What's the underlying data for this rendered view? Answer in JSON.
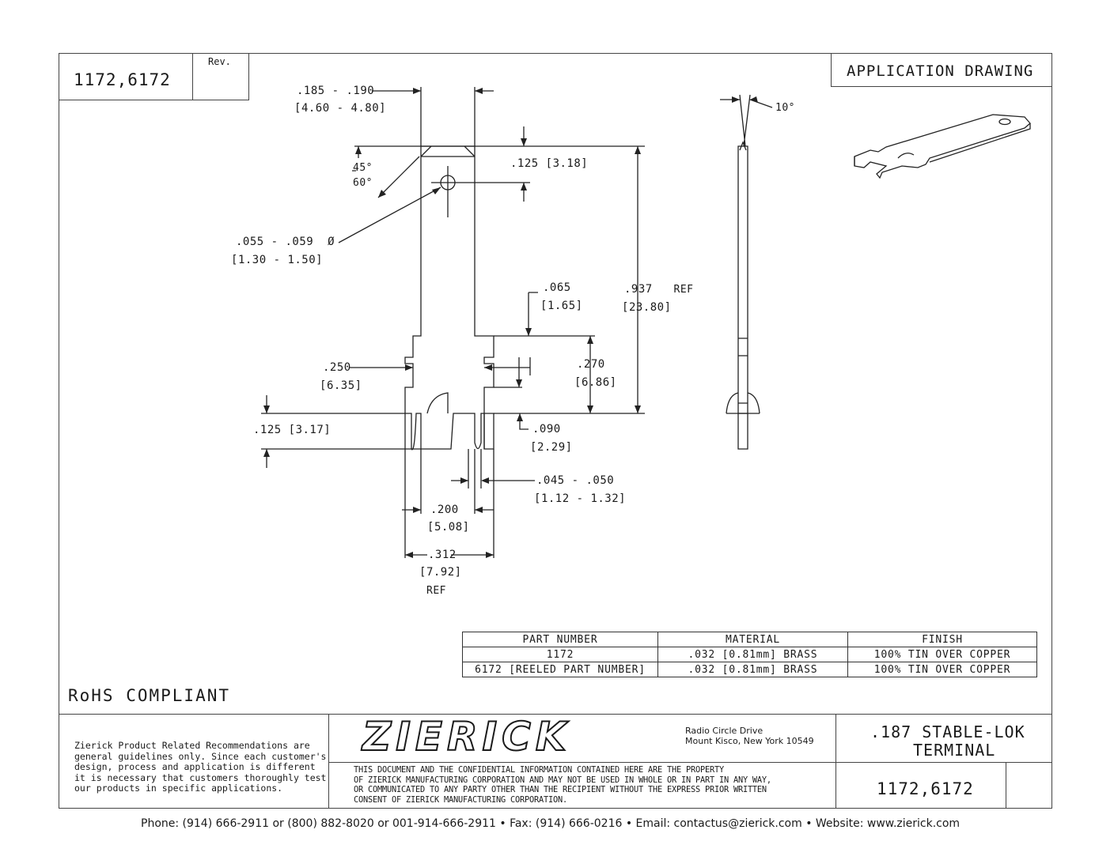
{
  "header": {
    "part_numbers": "1172,6172",
    "rev_label": "Rev.",
    "drawing_type": "APPLICATION DRAWING"
  },
  "dimensions": {
    "width_top": ".185 - .190",
    "width_top_mm": "4.60 - 4.80",
    "angle_45": "45°",
    "angle_60": "60°",
    "hole_offset": ".125",
    "hole_offset_mm": "3.18",
    "hole_dia": ".055 - .059",
    "hole_dia_symbol": "Ø",
    "hole_dia_mm": "1.30 - 1.50",
    "notch": ".065",
    "notch_mm": "1.65",
    "total_len": ".937",
    "total_len_ref": "REF",
    "total_len_mm": "23.80",
    "barb_width": ".250",
    "barb_width_mm": "6.35",
    "barb_height": ".270",
    "barb_height_mm": "6.86",
    "slot_depth": ".125",
    "slot_depth_mm": "3.17",
    "slot_offset": ".090",
    "slot_offset_mm": "2.29",
    "slot_width": ".045 - .050",
    "slot_width_mm": "1.12 - 1.32",
    "leg_spacing": ".200",
    "leg_spacing_mm": "5.08",
    "overall_width": ".312",
    "overall_width_mm": "7.92",
    "overall_width_ref": "REF",
    "side_angle": "10°"
  },
  "parts_table": {
    "headers": [
      "PART NUMBER",
      "MATERIAL",
      "FINISH"
    ],
    "rows": [
      [
        "1172",
        ".032 [0.81mm] BRASS",
        "100% TIN OVER COPPER"
      ],
      [
        "6172 [REELED PART NUMBER]",
        ".032 [0.81mm] BRASS",
        "100% TIN OVER COPPER"
      ]
    ]
  },
  "compliance": "RoHS COMPLIANT",
  "title_block": {
    "disclaimer": [
      "Zierick Product Related Recommendations are",
      "general guidelines only. Since each customer's",
      "design, process and application is different",
      "it is necessary that customers thoroughly test",
      "our products in specific applications."
    ],
    "company": "ZIERICK",
    "address_line1": "Radio Circle Drive",
    "address_line2": "Mount Kisco, New York 10549",
    "confidential": [
      "THIS DOCUMENT AND THE CONFIDENTIAL INFORMATION CONTAINED HERE ARE THE PROPERTY",
      "OF ZIERICK MANUFACTURING CORPORATION AND MAY NOT BE USED IN WHOLE OR IN PART IN ANY WAY,",
      "OR COMMUNICATED TO ANY PARTY OTHER THAN THE RECIPIENT WITHOUT THE EXPRESS PRIOR WRITTEN",
      "CONSENT OF ZIERICK MANUFACTURING CORPORATION."
    ],
    "product_title_line1": ".187 STABLE-LOK",
    "product_title_line2": "TERMINAL",
    "part_numbers": "1172,6172"
  },
  "footer": {
    "contact": "Phone: (914) 666-2911 or (800) 882-8020 or 001-914-666-2911 • Fax: (914) 666-0216 • Email: contactus@zierick.com • Website: www.zierick.com"
  }
}
